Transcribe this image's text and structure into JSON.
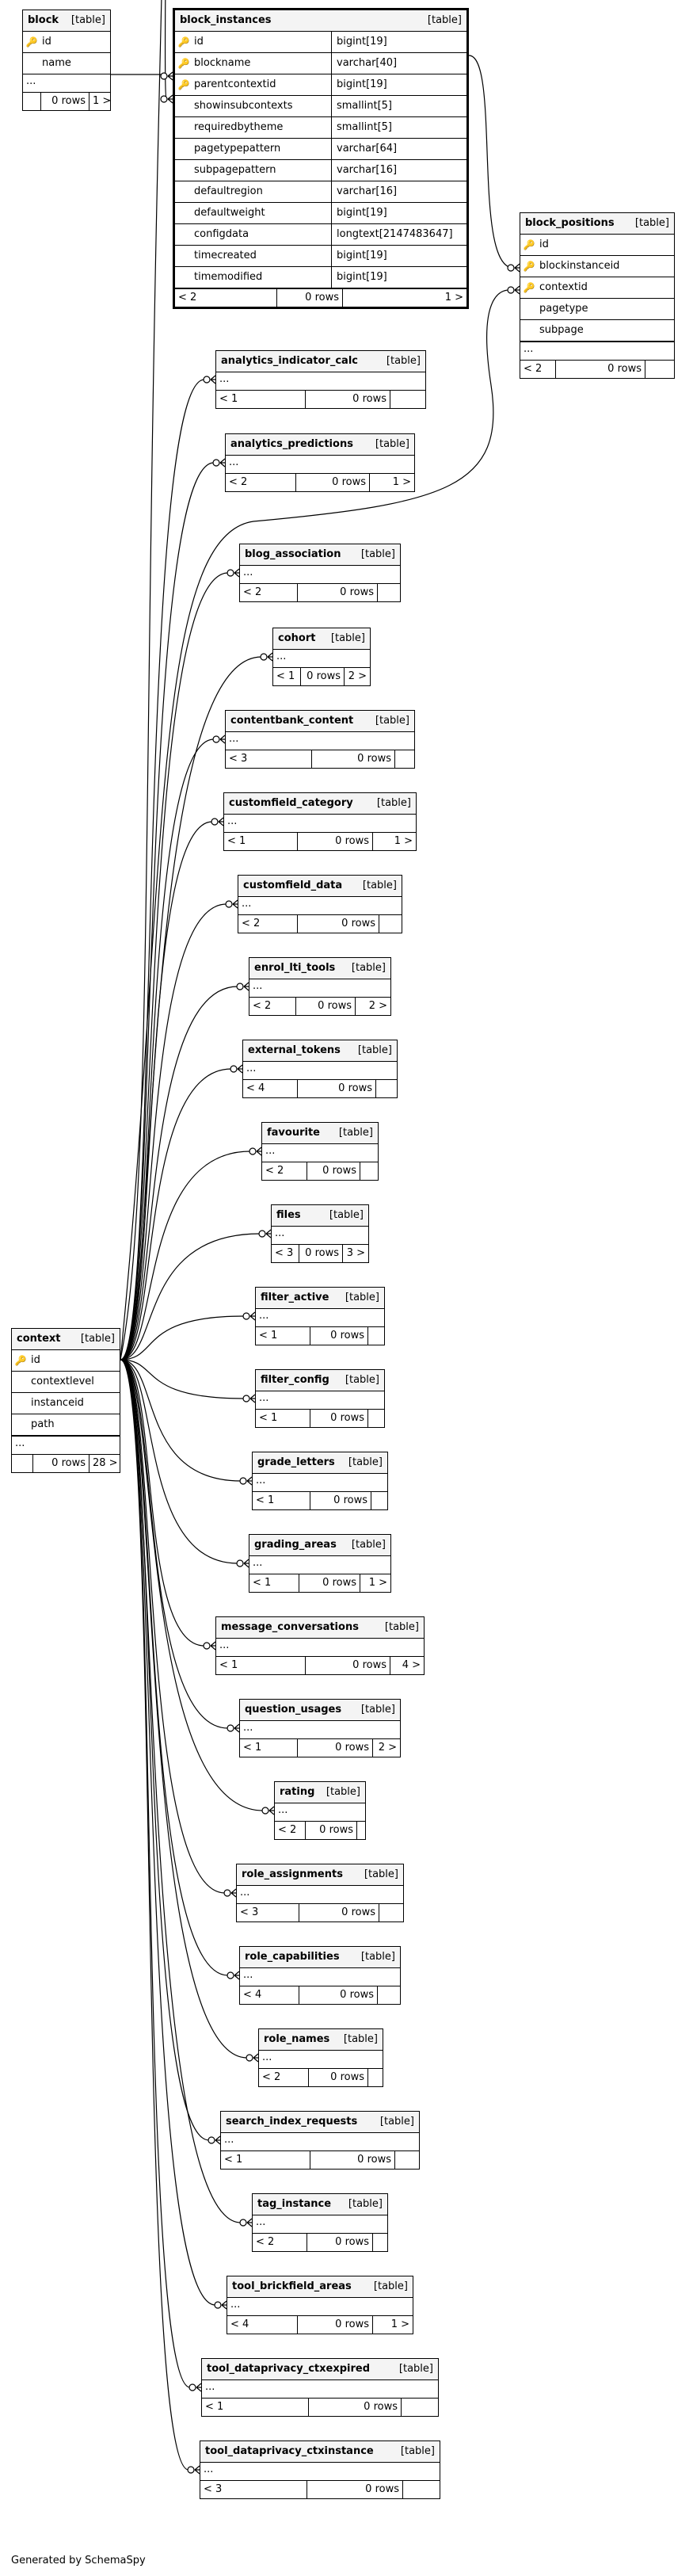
{
  "tables": {
    "block": {
      "name": "block",
      "kind": "[table]",
      "columns": [
        {
          "name": "id",
          "key": "pk"
        },
        {
          "name": "name",
          "key": ""
        }
      ],
      "ellipsis": "...",
      "footer": {
        "left": "",
        "mid": "0 rows",
        "right": "1 >"
      }
    },
    "block_instances": {
      "name": "block_instances",
      "kind": "[table]",
      "columns": [
        {
          "name": "id",
          "type": "bigint[19]",
          "key": "pk"
        },
        {
          "name": "blockname",
          "type": "varchar[40]",
          "key": "fk"
        },
        {
          "name": "parentcontextid",
          "type": "bigint[19]",
          "key": "fk"
        },
        {
          "name": "showinsubcontexts",
          "type": "smallint[5]",
          "key": ""
        },
        {
          "name": "requiredbytheme",
          "type": "smallint[5]",
          "key": ""
        },
        {
          "name": "pagetypepattern",
          "type": "varchar[64]",
          "key": ""
        },
        {
          "name": "subpagepattern",
          "type": "varchar[16]",
          "key": ""
        },
        {
          "name": "defaultregion",
          "type": "varchar[16]",
          "key": ""
        },
        {
          "name": "defaultweight",
          "type": "bigint[19]",
          "key": ""
        },
        {
          "name": "configdata",
          "type": "longtext[2147483647]",
          "key": ""
        },
        {
          "name": "timecreated",
          "type": "bigint[19]",
          "key": ""
        },
        {
          "name": "timemodified",
          "type": "bigint[19]",
          "key": ""
        }
      ],
      "footer": {
        "left": "< 2",
        "mid": "0 rows",
        "right": "1 >"
      }
    },
    "block_positions": {
      "name": "block_positions",
      "kind": "[table]",
      "columns": [
        {
          "name": "id",
          "key": "pk"
        },
        {
          "name": "blockinstanceid",
          "key": "fk"
        },
        {
          "name": "contextid",
          "key": "fk"
        },
        {
          "name": "pagetype",
          "key": ""
        },
        {
          "name": "subpage",
          "key": ""
        }
      ],
      "ellipsis": "...",
      "footer": {
        "left": "< 2",
        "mid": "0 rows",
        "right": ""
      }
    },
    "context": {
      "name": "context",
      "kind": "[table]",
      "columns": [
        {
          "name": "id",
          "key": "pk"
        },
        {
          "name": "contextlevel",
          "key": ""
        },
        {
          "name": "instanceid",
          "key": ""
        },
        {
          "name": "path",
          "key": ""
        }
      ],
      "ellipsis": "...",
      "footer": {
        "left": "",
        "mid": "0 rows",
        "right": "28 >"
      }
    },
    "children": [
      {
        "name": "analytics_indicator_calc",
        "kind": "[table]",
        "ellipsis": "...",
        "footer": {
          "left": "< 1",
          "mid": "0 rows",
          "right": ""
        }
      },
      {
        "name": "analytics_predictions",
        "kind": "[table]",
        "ellipsis": "...",
        "footer": {
          "left": "< 2",
          "mid": "0 rows",
          "right": "1 >"
        }
      },
      {
        "name": "blog_association",
        "kind": "[table]",
        "ellipsis": "...",
        "footer": {
          "left": "< 2",
          "mid": "0 rows",
          "right": ""
        }
      },
      {
        "name": "cohort",
        "kind": "[table]",
        "ellipsis": "...",
        "footer": {
          "left": "< 1",
          "mid": "0 rows",
          "right": "2 >"
        }
      },
      {
        "name": "contentbank_content",
        "kind": "[table]",
        "ellipsis": "...",
        "footer": {
          "left": "< 3",
          "mid": "0 rows",
          "right": ""
        }
      },
      {
        "name": "customfield_category",
        "kind": "[table]",
        "ellipsis": "...",
        "footer": {
          "left": "< 1",
          "mid": "0 rows",
          "right": "1 >"
        }
      },
      {
        "name": "customfield_data",
        "kind": "[table]",
        "ellipsis": "...",
        "footer": {
          "left": "< 2",
          "mid": "0 rows",
          "right": ""
        }
      },
      {
        "name": "enrol_lti_tools",
        "kind": "[table]",
        "ellipsis": "...",
        "footer": {
          "left": "< 2",
          "mid": "0 rows",
          "right": "2 >"
        }
      },
      {
        "name": "external_tokens",
        "kind": "[table]",
        "ellipsis": "...",
        "footer": {
          "left": "< 4",
          "mid": "0 rows",
          "right": ""
        }
      },
      {
        "name": "favourite",
        "kind": "[table]",
        "ellipsis": "...",
        "footer": {
          "left": "< 2",
          "mid": "0 rows",
          "right": ""
        }
      },
      {
        "name": "files",
        "kind": "[table]",
        "ellipsis": "...",
        "footer": {
          "left": "< 3",
          "mid": "0 rows",
          "right": "3 >"
        }
      },
      {
        "name": "filter_active",
        "kind": "[table]",
        "ellipsis": "...",
        "footer": {
          "left": "< 1",
          "mid": "0 rows",
          "right": ""
        }
      },
      {
        "name": "filter_config",
        "kind": "[table]",
        "ellipsis": "...",
        "footer": {
          "left": "< 1",
          "mid": "0 rows",
          "right": ""
        }
      },
      {
        "name": "grade_letters",
        "kind": "[table]",
        "ellipsis": "...",
        "footer": {
          "left": "< 1",
          "mid": "0 rows",
          "right": ""
        }
      },
      {
        "name": "grading_areas",
        "kind": "[table]",
        "ellipsis": "...",
        "footer": {
          "left": "< 1",
          "mid": "0 rows",
          "right": "1 >"
        }
      },
      {
        "name": "message_conversations",
        "kind": "[table]",
        "ellipsis": "...",
        "footer": {
          "left": "< 1",
          "mid": "0 rows",
          "right": "4 >"
        }
      },
      {
        "name": "question_usages",
        "kind": "[table]",
        "ellipsis": "...",
        "footer": {
          "left": "< 1",
          "mid": "0 rows",
          "right": "2 >"
        }
      },
      {
        "name": "rating",
        "kind": "[table]",
        "ellipsis": "...",
        "footer": {
          "left": "< 2",
          "mid": "0 rows",
          "right": ""
        }
      },
      {
        "name": "role_assignments",
        "kind": "[table]",
        "ellipsis": "...",
        "footer": {
          "left": "< 3",
          "mid": "0 rows",
          "right": ""
        }
      },
      {
        "name": "role_capabilities",
        "kind": "[table]",
        "ellipsis": "...",
        "footer": {
          "left": "< 4",
          "mid": "0 rows",
          "right": ""
        }
      },
      {
        "name": "role_names",
        "kind": "[table]",
        "ellipsis": "...",
        "footer": {
          "left": "< 2",
          "mid": "0 rows",
          "right": ""
        }
      },
      {
        "name": "search_index_requests",
        "kind": "[table]",
        "ellipsis": "...",
        "footer": {
          "left": "< 1",
          "mid": "0 rows",
          "right": ""
        }
      },
      {
        "name": "tag_instance",
        "kind": "[table]",
        "ellipsis": "...",
        "footer": {
          "left": "< 2",
          "mid": "0 rows",
          "right": ""
        }
      },
      {
        "name": "tool_brickfield_areas",
        "kind": "[table]",
        "ellipsis": "...",
        "footer": {
          "left": "< 4",
          "mid": "0 rows",
          "right": "1 >"
        }
      },
      {
        "name": "tool_dataprivacy_ctxexpired",
        "kind": "[table]",
        "ellipsis": "...",
        "footer": {
          "left": "< 1",
          "mid": "0 rows",
          "right": ""
        }
      },
      {
        "name": "tool_dataprivacy_ctxinstance",
        "kind": "[table]",
        "ellipsis": "...",
        "footer": {
          "left": "< 3",
          "mid": "0 rows",
          "right": ""
        }
      }
    ]
  },
  "credit": "Generated by SchemaSpy",
  "colors": {
    "primary_key_icon": "#e8c400",
    "foreign_key_icon": "#bbbbbb",
    "header_bg": "#f4f4f4"
  }
}
